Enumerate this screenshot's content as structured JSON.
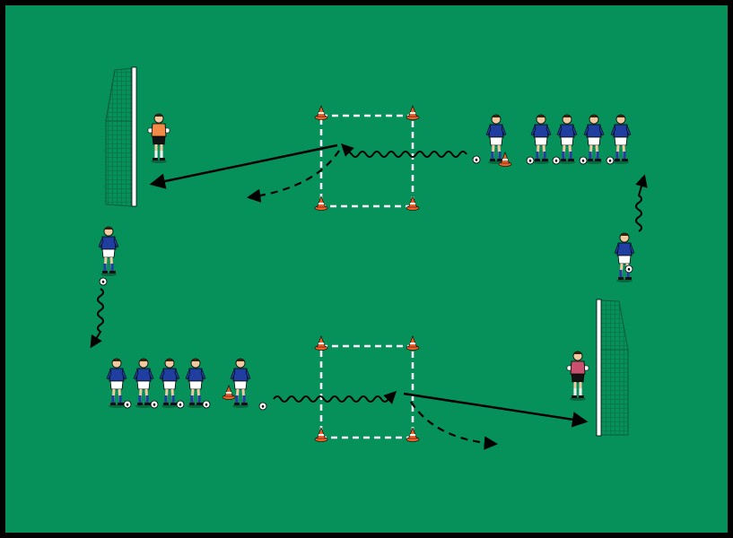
{
  "colors": {
    "pitch": "#07915a",
    "border": "#000000",
    "line": "#ffffff",
    "arrow": "#000000",
    "shirt": "#1f3ea0",
    "shorts": "#ffffff",
    "skin": "#f3c9a0",
    "hair": "#3a2410",
    "keeper_left_shirt": "#f08a46",
    "keeper_right_shirt": "#c8506e",
    "keeper_shorts": "#111111",
    "cone": "#f0602a",
    "ball": "#ffffff",
    "net": "#0b5a3a"
  },
  "icons": {
    "player": "player-icon",
    "goalkeeper": "goalkeeper-icon",
    "cone": "cone-icon",
    "ball": "ball-icon",
    "goal": "goal-icon",
    "arrow_pass": "pass-arrow",
    "arrow_dribble": "dribble-arrow",
    "arrow_run": "run-arrow"
  },
  "drill": {
    "zones": 2,
    "cones_per_zone": 4,
    "goals": 2,
    "goalkeepers": 2,
    "players_in_queue_per_group": 4,
    "active_players_per_group": 1,
    "transition_runners": 2
  }
}
